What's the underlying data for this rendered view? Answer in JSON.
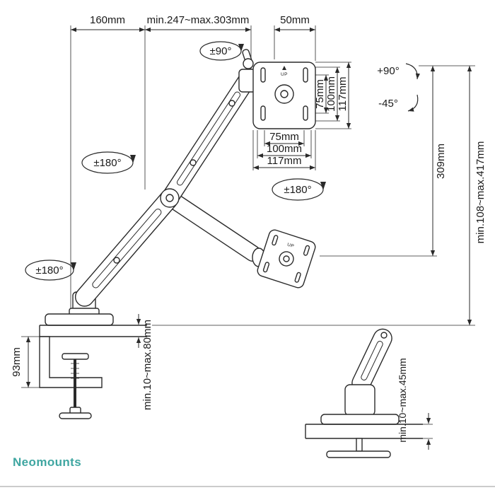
{
  "brand": {
    "wordmark": "Neomounts",
    "color": "#3fa6a1"
  },
  "drawing": {
    "stroke_color": "#2a2a2a",
    "labels": {
      "top_offset": "160mm",
      "reach_range": "min.247~max.303mm",
      "vesa_depth": "50mm",
      "vesa_rotation": "±90°",
      "vesa_vertical_75": "75mm",
      "vesa_vertical_100": "100mm",
      "vesa_vertical_117": "117mm",
      "vesa_horizontal_75": "75mm",
      "vesa_horizontal_100": "100mm",
      "vesa_horizontal_117": "117mm",
      "tilt_up": "+90°",
      "tilt_down": "-45°",
      "elbow_swivel": "±180°",
      "vesa_swivel": "±180°",
      "base_swivel": "±180°",
      "lift_stroke": "309mm",
      "height_range": "min.108~max.417mm",
      "clamp_height": "93mm",
      "clamp_range": "min.10~max.80mm",
      "grommet_range": "min.10~max.45mm",
      "up_marking": "UP"
    }
  }
}
